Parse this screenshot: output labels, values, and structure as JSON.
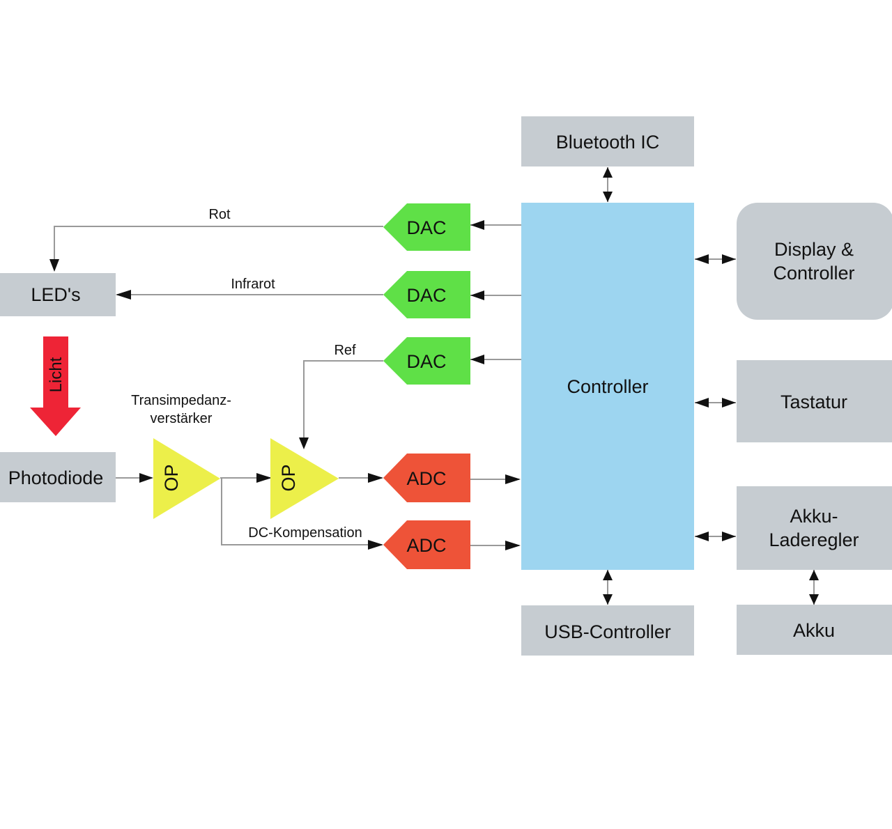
{
  "blocks": {
    "bluetooth": "Bluetooth IC",
    "controller": "Controller",
    "display_line1": "Display &",
    "display_line2": "Controller",
    "keyboard": "Tastatur",
    "charger_line1": "Akku-",
    "charger_line2": "Laderegler",
    "battery": "Akku",
    "usb": "USB-Controller",
    "leds": "LED's",
    "photodiode": "Photodiode",
    "dac_red": "DAC",
    "dac_infrared": "DAC",
    "dac_ref": "DAC",
    "adc_main": "ADC",
    "adc_dc": "ADC",
    "op_transimpedance": "OP",
    "op_second": "OP"
  },
  "labels": {
    "red": "Rot",
    "infrared": "Infrarot",
    "ref": "Ref",
    "light": "Licht",
    "transimpedance_line1": "Transimpedanz-",
    "transimpedance_line2": "verstärker",
    "dc_compensation": "DC-Kompensation"
  },
  "colors": {
    "block_gray": "#c6ccd1",
    "controller_blue": "#9dd5f0",
    "dac_green": "#5fe047",
    "adc_red": "#ee5338",
    "op_yellow": "#ecef4a",
    "light_arrow_red": "#ee2436"
  }
}
